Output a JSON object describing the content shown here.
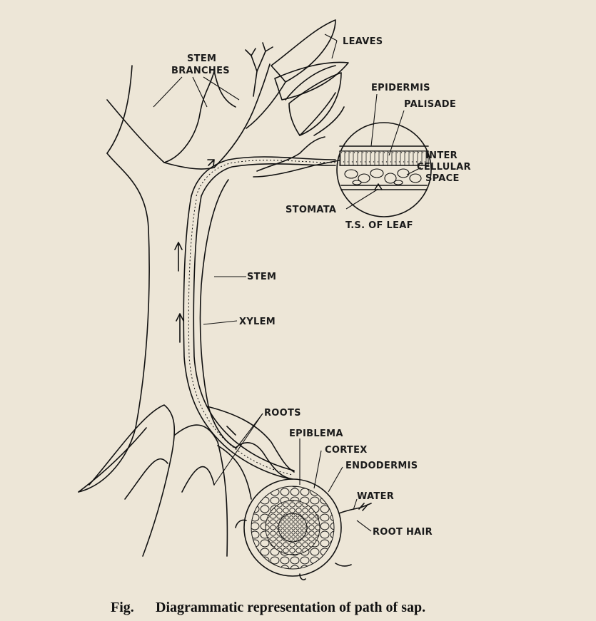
{
  "diagram": {
    "labels": {
      "stem_branches": [
        "STEM",
        "BRANCHES"
      ],
      "leaves": "LEAVES",
      "epidermis": "EPIDERMIS",
      "palisade": "PALISADE",
      "intercellular_space": [
        "INTER",
        "CELLULAR",
        "SPACE"
      ],
      "stomata": "STOMATA",
      "ts_of_leaf": "T.S. OF LEAF",
      "stem": "STEM",
      "xylem": "XYLEM",
      "roots": "ROOTS",
      "epiblema": "EPIBLEMA",
      "cortex": "CORTEX",
      "endodermis": "ENDODERMIS",
      "water": "WATER",
      "root_hair": "ROOT HAIR"
    }
  },
  "caption": {
    "prefix": "Fig.",
    "text": "Diagrammatic representation of path of sap."
  }
}
